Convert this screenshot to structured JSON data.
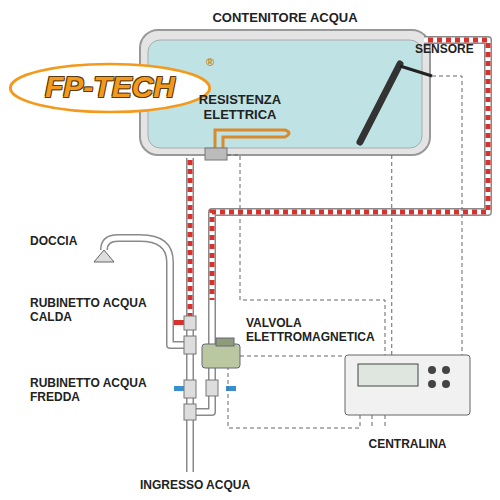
{
  "diagram": {
    "nodes": [
      {
        "text": [
          "CONTENITORE ACQUA"
        ]
      },
      {
        "text": [
          "FP-TECH",
          "®"
        ]
      },
      {
        "text": [
          "CENTRALINA"
        ]
      }
    ],
    "edges": [
      {
        "from": 0,
        "to": 2,
        "arrow": "none"
      }
    ],
    "labels": [
      "RESISTENZA ELETTRICA",
      "SENSORE",
      "DOCCIA",
      "RUBINETTO ACQUA CALDA",
      "VALVOLA ELETTROMAGNETICA",
      "RUBINETTO ACQUA FREDDA",
      "INGRESSO ACQUA"
    ]
  }
}
